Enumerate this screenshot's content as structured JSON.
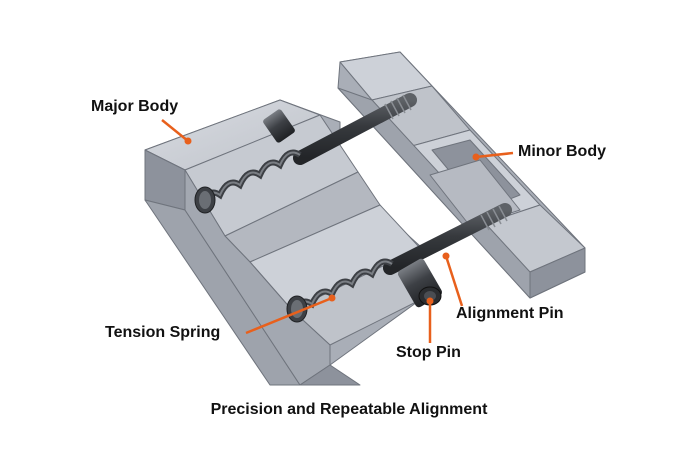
{
  "labels": {
    "major_body": "Major Body",
    "minor_body": "Minor Body",
    "alignment_pin": "Alignment Pin",
    "tension_spring": "Tension Spring",
    "stop_pin": "Stop Pin"
  },
  "caption": "Precision and Repeatable Alignment",
  "colors": {
    "leader": "#e8601c",
    "body_top": "#cdd1d8",
    "body_side": "#a9aeb7",
    "body_dark": "#8d929c",
    "edge": "#6f747d",
    "metal": "#4a4d52",
    "metal_dark": "#2b2d30"
  }
}
